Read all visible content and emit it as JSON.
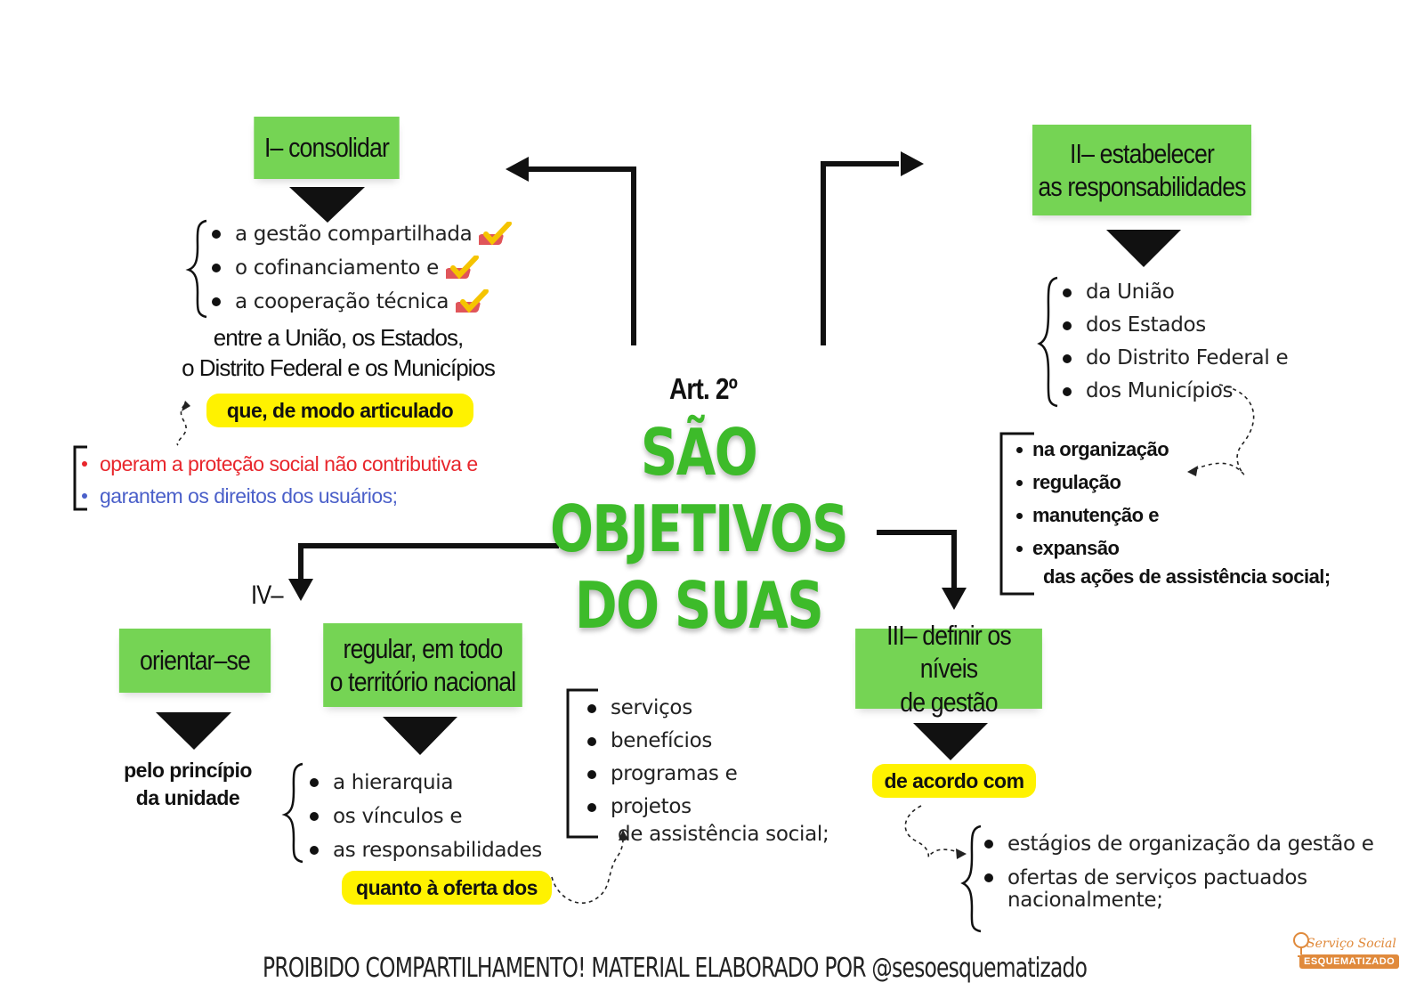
{
  "center": {
    "article": "Art. 2º",
    "title_line1": "SÃO OBJETIVOS",
    "title_line2": "DO SUAS"
  },
  "objective_1": {
    "label": "I– consolidar",
    "items": [
      "a gestão compartilhada",
      "o cofinanciamento e",
      "a cooperação técnica"
    ],
    "between_line1": "entre a União, os Estados,",
    "between_line2": "o Distrito Federal e os Municípios",
    "highlight": "que, de modo articulado",
    "sub_items": [
      "operam a proteção social não contributiva e",
      "garantem os direitos dos usuários;"
    ],
    "sub_item_colors": [
      "#e8262c",
      "#4a5fc9"
    ]
  },
  "objective_2": {
    "label_line1": "II– estabelecer",
    "label_line2": "as responsabilidades",
    "items": [
      "da União",
      "dos Estados",
      "do Distrito Federal e",
      "dos Municípios"
    ],
    "actions": [
      "na organização",
      "regulação",
      "manutenção e",
      "expansão"
    ],
    "actions_tail": "das ações de assistência social;"
  },
  "objective_3": {
    "label_line1": "III– definir os níveis",
    "label_line2": "de gestão",
    "highlight": "de acordo com",
    "items": [
      "estágios de organização da gestão e",
      "ofertas de serviços pactuados"
    ],
    "items_tail": "nacionalmente;"
  },
  "objective_4": {
    "numeral": "IV–",
    "label_a": "orientar–se",
    "label_b_line1": "regular, em todo",
    "label_b_line2": "o território nacional",
    "principle_line1": "pelo princípio",
    "principle_line2": "da unidade",
    "items": [
      "a hierarquia",
      "os vínculos e",
      "as responsabilidades"
    ],
    "highlight": "quanto à oferta dos",
    "offer_items": [
      "serviços",
      "benefícios",
      "programas e",
      "projetos"
    ],
    "offer_tail": "de assistência social;"
  },
  "footer": {
    "notice": "PROIBIDO COMPARTILHAMENTO!  MATERIAL ELABORADO POR @sesoesquematizado",
    "logo_line1": "Serviço Social",
    "logo_line2": "ESQUEMATIZADO"
  },
  "colors": {
    "box_green": "#75d454",
    "title_green": "#3dbb2a",
    "highlight_yellow": "#fff200",
    "logo_orange": "#e08a3c"
  },
  "icons": [
    "check-icon",
    "arrow-icon",
    "down-triangle-icon",
    "brace-icon",
    "bracket-icon",
    "dashed-arrow-icon"
  ]
}
